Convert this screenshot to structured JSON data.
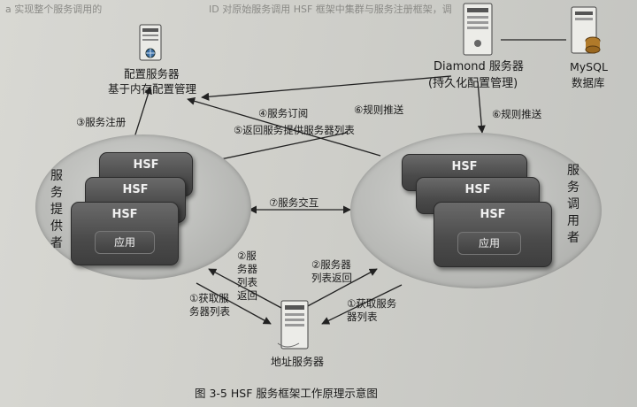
{
  "diagram": {
    "top_left_text": "a 实现整个服务调用的",
    "top_right_text": "ID 对原始服务调用 HSF 框架中集群与服务注册框架，调",
    "config_server": {
      "name": "配置服务器",
      "desc": "基于内存配置管理"
    },
    "diamond_server": {
      "name": "Diamond 服务器",
      "desc": "(持久化配置管理)"
    },
    "mysql": {
      "name": "MySQL",
      "desc": "数据库"
    },
    "address_server": {
      "name": "地址服务器"
    },
    "provider_label": "服务提供者",
    "consumer_label": "服务调用者",
    "hsf_label": "HSF",
    "app_label": "应用",
    "edges": {
      "register": "③服务注册",
      "subscribe": "④服务订阅",
      "return_list": "⑤返回服务提供服务器列表",
      "rule_push_a": "⑥规则推送",
      "rule_push_b": "⑥规则推送",
      "interact": "⑦服务交互",
      "provider_list_return": "②服务器列表返回",
      "provider_fetch": "①获取服务器列表",
      "consumer_list_return": "②服务器列表返回",
      "consumer_fetch": "①获取服务器列表"
    },
    "caption": "图 3-5   HSF 服务框架工作原理示意图"
  }
}
